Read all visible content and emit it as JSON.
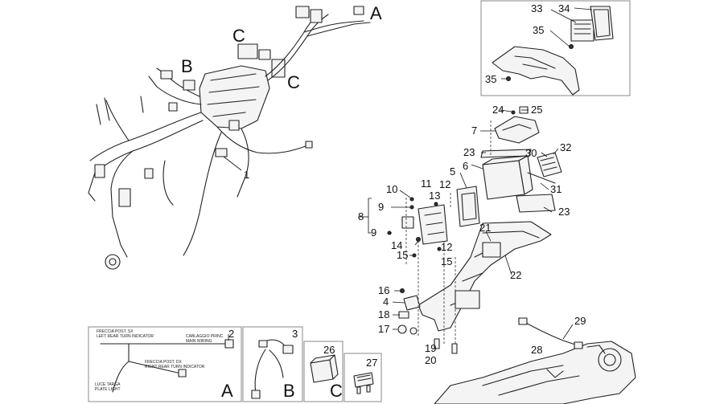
{
  "callouts": {
    "n1": "1",
    "n2": "2",
    "n3": "3",
    "n4": "4",
    "n5": "5",
    "n6": "6",
    "n7": "7",
    "n8": "8",
    "n9a": "9",
    "n9b": "9",
    "n10": "10",
    "n11": "11",
    "n12a": "12",
    "n12b": "12",
    "n13": "13",
    "n14": "14",
    "n15a": "15",
    "n15b": "15",
    "n16": "16",
    "n17": "17",
    "n18": "18",
    "n19": "19",
    "n20": "20",
    "n21": "21",
    "n22": "22",
    "n23a": "23",
    "n23b": "23",
    "n24": "24",
    "n25": "25",
    "n26": "26",
    "n27": "27",
    "n28": "28",
    "n29": "29",
    "n30": "30",
    "n31": "31",
    "n32": "32",
    "n33": "33",
    "n34": "34",
    "n35a": "35",
    "n35b": "35"
  },
  "connector_letters": {
    "a_top": "A",
    "b_main": "B",
    "c_top": "C",
    "c_mid": "C",
    "a_box": "A",
    "b_box": "B",
    "c_box": "C"
  },
  "colors": {
    "line": "#222222",
    "frame": "#888888",
    "background": "#ffffff"
  }
}
